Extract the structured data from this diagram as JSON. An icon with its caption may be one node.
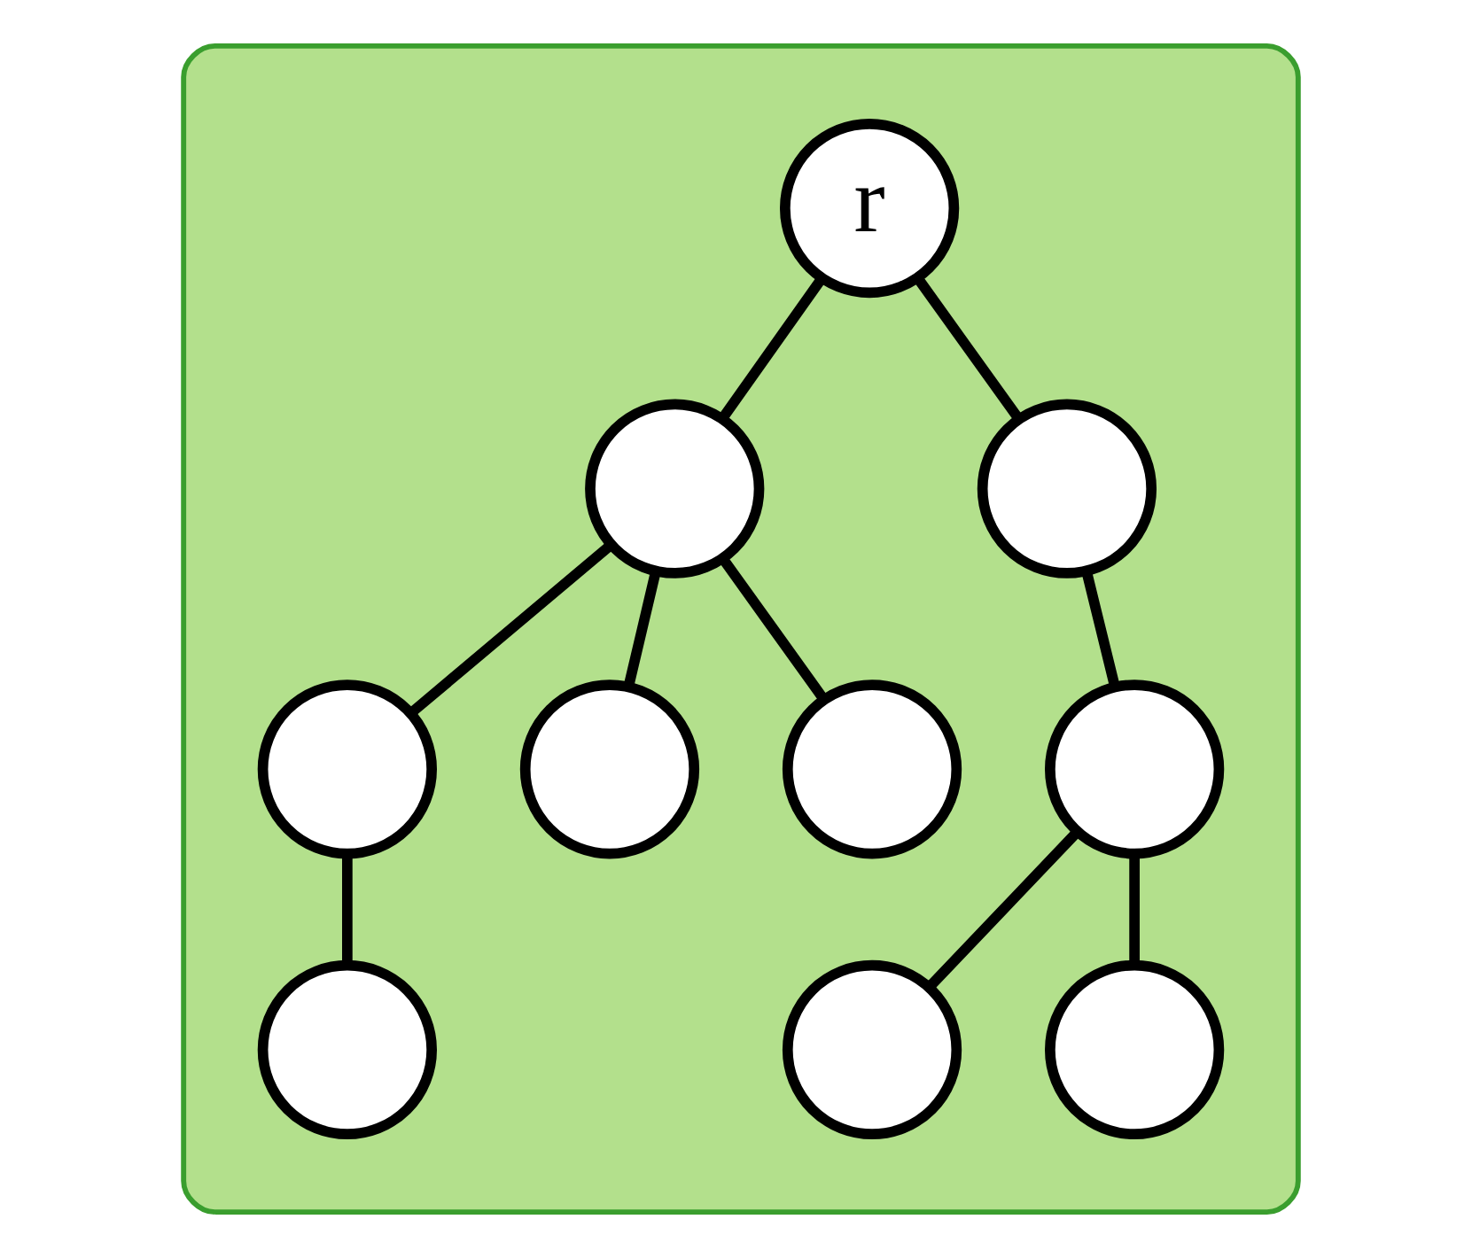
{
  "diagram": {
    "nodes": [
      {
        "text": [],
        "shape": "cloud"
      },
      {
        "text": [
          "r"
        ],
        "in": 0
      },
      {
        "text": [],
        "shape": "circle",
        "in": 0
      },
      {
        "text": [],
        "shape": "circle",
        "in": 0
      },
      {
        "text": [],
        "shape": "circle",
        "in": 0
      },
      {
        "text": [],
        "shape": "circle",
        "in": 0
      },
      {
        "text": [],
        "shape": "circle",
        "in": 0
      },
      {
        "text": [],
        "shape": "circle",
        "in": 0
      },
      {
        "text": [],
        "shape": "circle",
        "in": 0
      },
      {
        "text": [],
        "shape": "circle",
        "in": 0
      },
      {
        "text": [],
        "shape": "circle",
        "in": 0
      }
    ],
    "edges": [
      {
        "from": 1,
        "to": 2,
        "arrow": "none"
      },
      {
        "from": 1,
        "to": 3,
        "arrow": "none"
      },
      {
        "from": 2,
        "to": 4,
        "arrow": "none"
      },
      {
        "from": 2,
        "to": 5,
        "arrow": "none"
      },
      {
        "from": 2,
        "to": 6,
        "arrow": "none"
      },
      {
        "from": 3,
        "to": 7,
        "arrow": "none"
      },
      {
        "from": 4,
        "to": 8,
        "arrow": "none"
      },
      {
        "from": 7,
        "to": 9,
        "arrow": "none"
      },
      {
        "from": 7,
        "to": 10,
        "arrow": "none"
      }
    ]
  }
}
